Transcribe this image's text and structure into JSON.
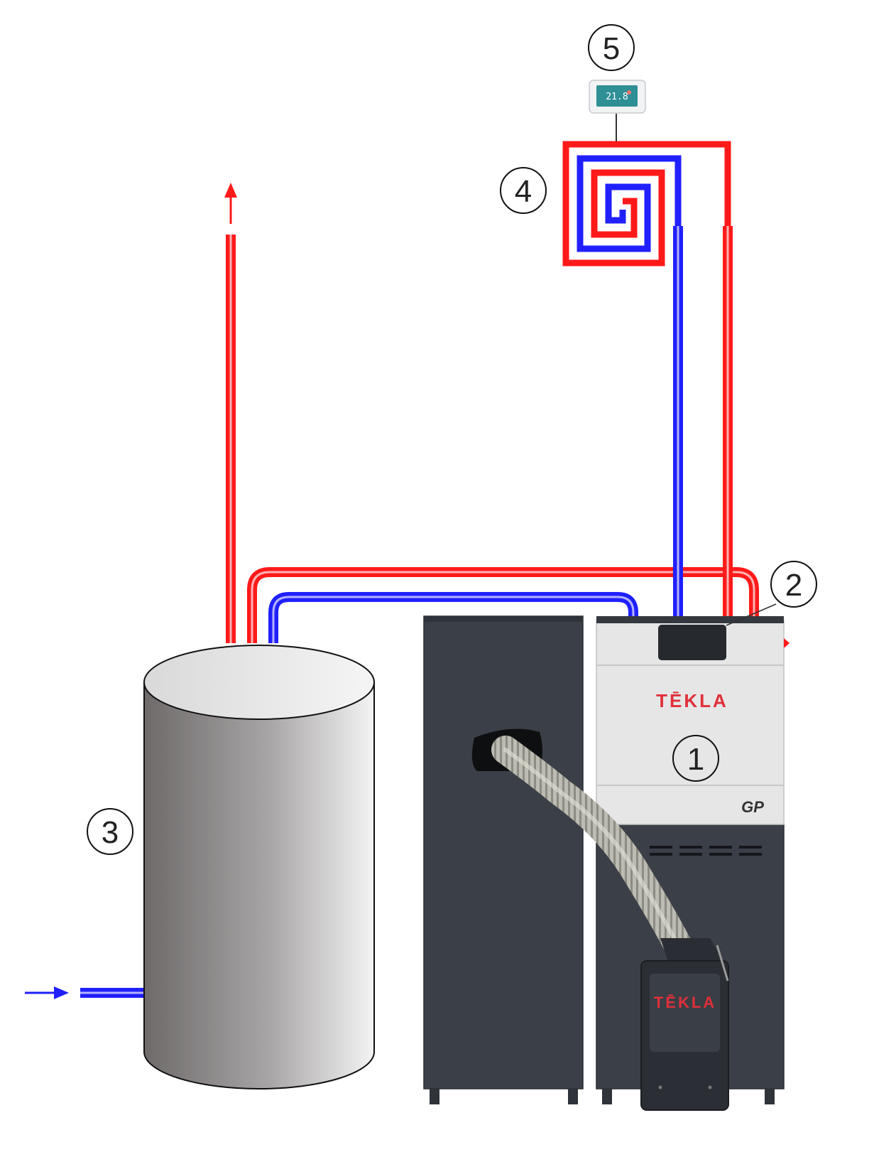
{
  "diagram": {
    "callouts": [
      {
        "id": "1",
        "label": "1"
      },
      {
        "id": "2",
        "label": "2"
      },
      {
        "id": "3",
        "label": "3"
      },
      {
        "id": "4",
        "label": "4"
      },
      {
        "id": "5",
        "label": "5"
      }
    ],
    "boiler": {
      "brand": "TĒKLA",
      "model": "GP"
    },
    "burner": {
      "brand": "TĒKLA"
    },
    "thermostat": {
      "display": "21.8"
    },
    "colors": {
      "hot_pipe": "#ff1a1a",
      "cold_pipe": "#2020ff",
      "brand_red": "#e0303a",
      "cabinet": "#3a3f47",
      "boiler_panel": "#e6e6e6"
    }
  }
}
